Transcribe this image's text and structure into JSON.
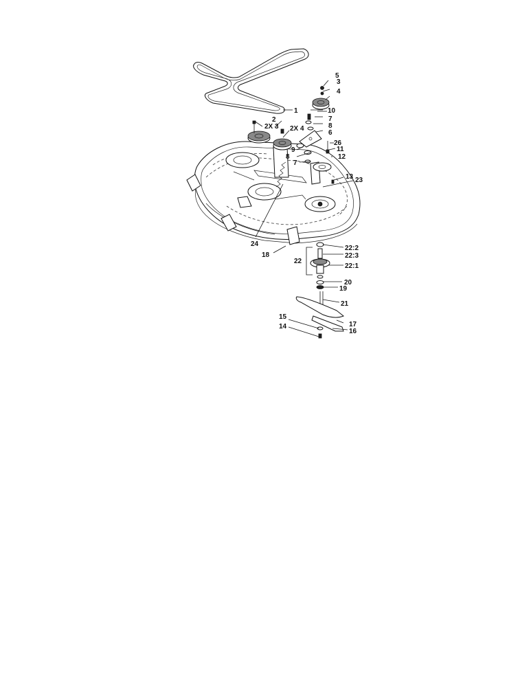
{
  "labels": {
    "l1": "1",
    "l2": "2",
    "l3a": "2X 3",
    "l4a": "2X 4",
    "l3b": "3",
    "l4b": "4",
    "l5": "5",
    "l6": "6",
    "l7a": "7",
    "l7b": "7",
    "l8a": "8",
    "l8b": "8",
    "l9": "9",
    "l10": "10",
    "l11": "11",
    "l12": "12",
    "l13": "13",
    "l14": "14",
    "l15": "15",
    "l16": "16",
    "l17": "17",
    "l18": "18",
    "l19": "19",
    "l20": "20",
    "l21": "21",
    "l22": "22",
    "l22_1": "22:1",
    "l22_2": "22:2",
    "l22_3": "22:3",
    "l23": "23",
    "l24": "24",
    "l26": "26"
  }
}
